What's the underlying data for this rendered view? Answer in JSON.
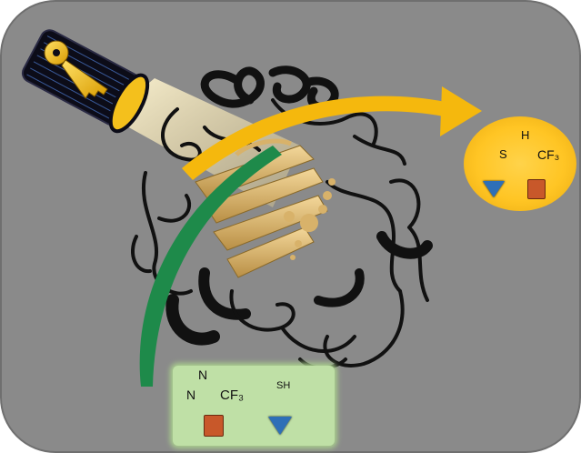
{
  "reactant": {
    "diazirine_n_top": "N",
    "diazirine_n_left": "N",
    "cf3_group": "CF₃",
    "thiol_group": "SH"
  },
  "product": {
    "sulfur": "S",
    "hydrogen": "H",
    "cf3_group": "CF₃"
  },
  "icons": {
    "flashlight": "flashlight-icon",
    "key": "key-icon",
    "protein": "protein-ribbon",
    "triangle_marker": "blue-triangle-icon",
    "square_marker": "orange-square-icon"
  },
  "colors": {
    "background": "#8a8a8a",
    "light_beam": "#f6e29a",
    "yellow_arrow": "#f5b80d",
    "green_arrow": "#1e8a4a",
    "reactant_panel": "#bfe0a6",
    "product_glow": "#ffc524",
    "ribbon_dark": "#111111",
    "ribbon_gold": "#d8b26a",
    "triangle": "#2e6fb7",
    "square": "#c8582a",
    "new_bond": "#e0201c"
  }
}
